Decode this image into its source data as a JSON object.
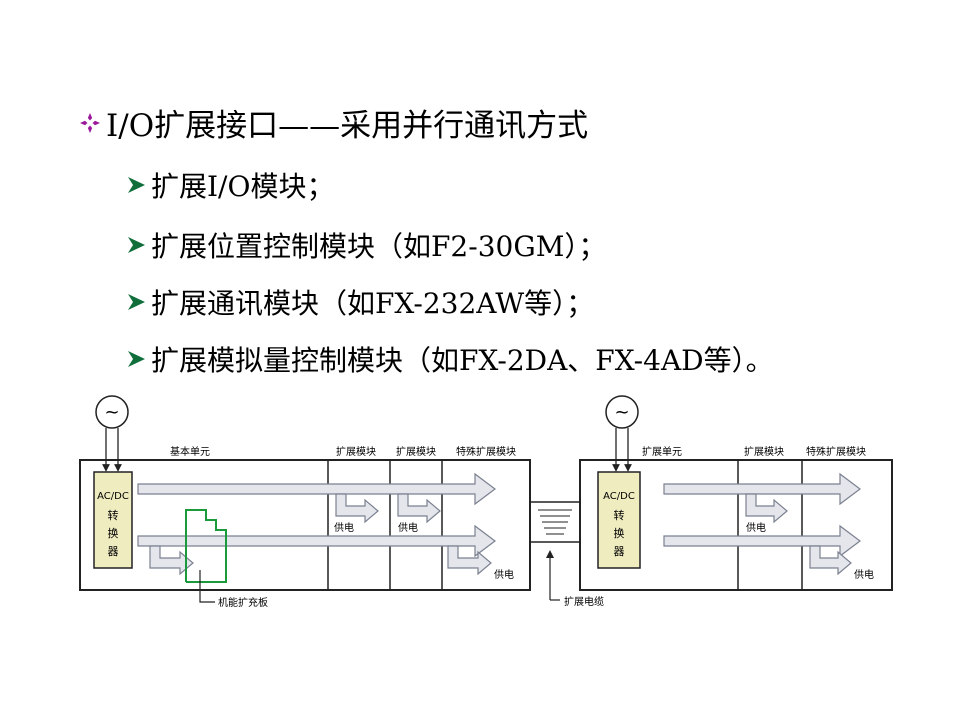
{
  "bullets": {
    "main": "I/O扩展接口——采用并行通讯方式",
    "subs": [
      "扩展I/O模块；",
      "扩展位置控制模块（如F2-30GM）；",
      "扩展通讯模块（如FX-232AW等）；",
      "扩展模拟量控制模块（如FX-2DA、FX-4AD等）。"
    ]
  },
  "diagram": {
    "left": {
      "power_symbol": "~",
      "converter": [
        "AC/DC",
        "转",
        "换",
        "器"
      ],
      "basic_unit": "基本单元",
      "ext_module_1": "扩展模块",
      "ext_module_2": "扩展模块",
      "special_ext_module": "特殊扩展模块",
      "supply_1": "供电",
      "supply_2": "供电",
      "supply_3": "供电",
      "function_board": "机能扩充板"
    },
    "cable": "扩展电缆",
    "right": {
      "power_symbol": "~",
      "converter": [
        "AC/DC",
        "转",
        "换",
        "器"
      ],
      "ext_unit": "扩展单元",
      "ext_module": "扩展模块",
      "special_ext_module": "特殊扩展模块",
      "supply_1": "供电",
      "supply_2": "供电"
    }
  },
  "colors": {
    "bullet_magenta": "#9a1a9a",
    "bullet_green": "#0f6e3a",
    "converter_fill": "#efecc0",
    "arrow_fill": "#e4e6ec",
    "arrow_stroke": "#7b8190",
    "board_green": "#1a9a3a"
  }
}
